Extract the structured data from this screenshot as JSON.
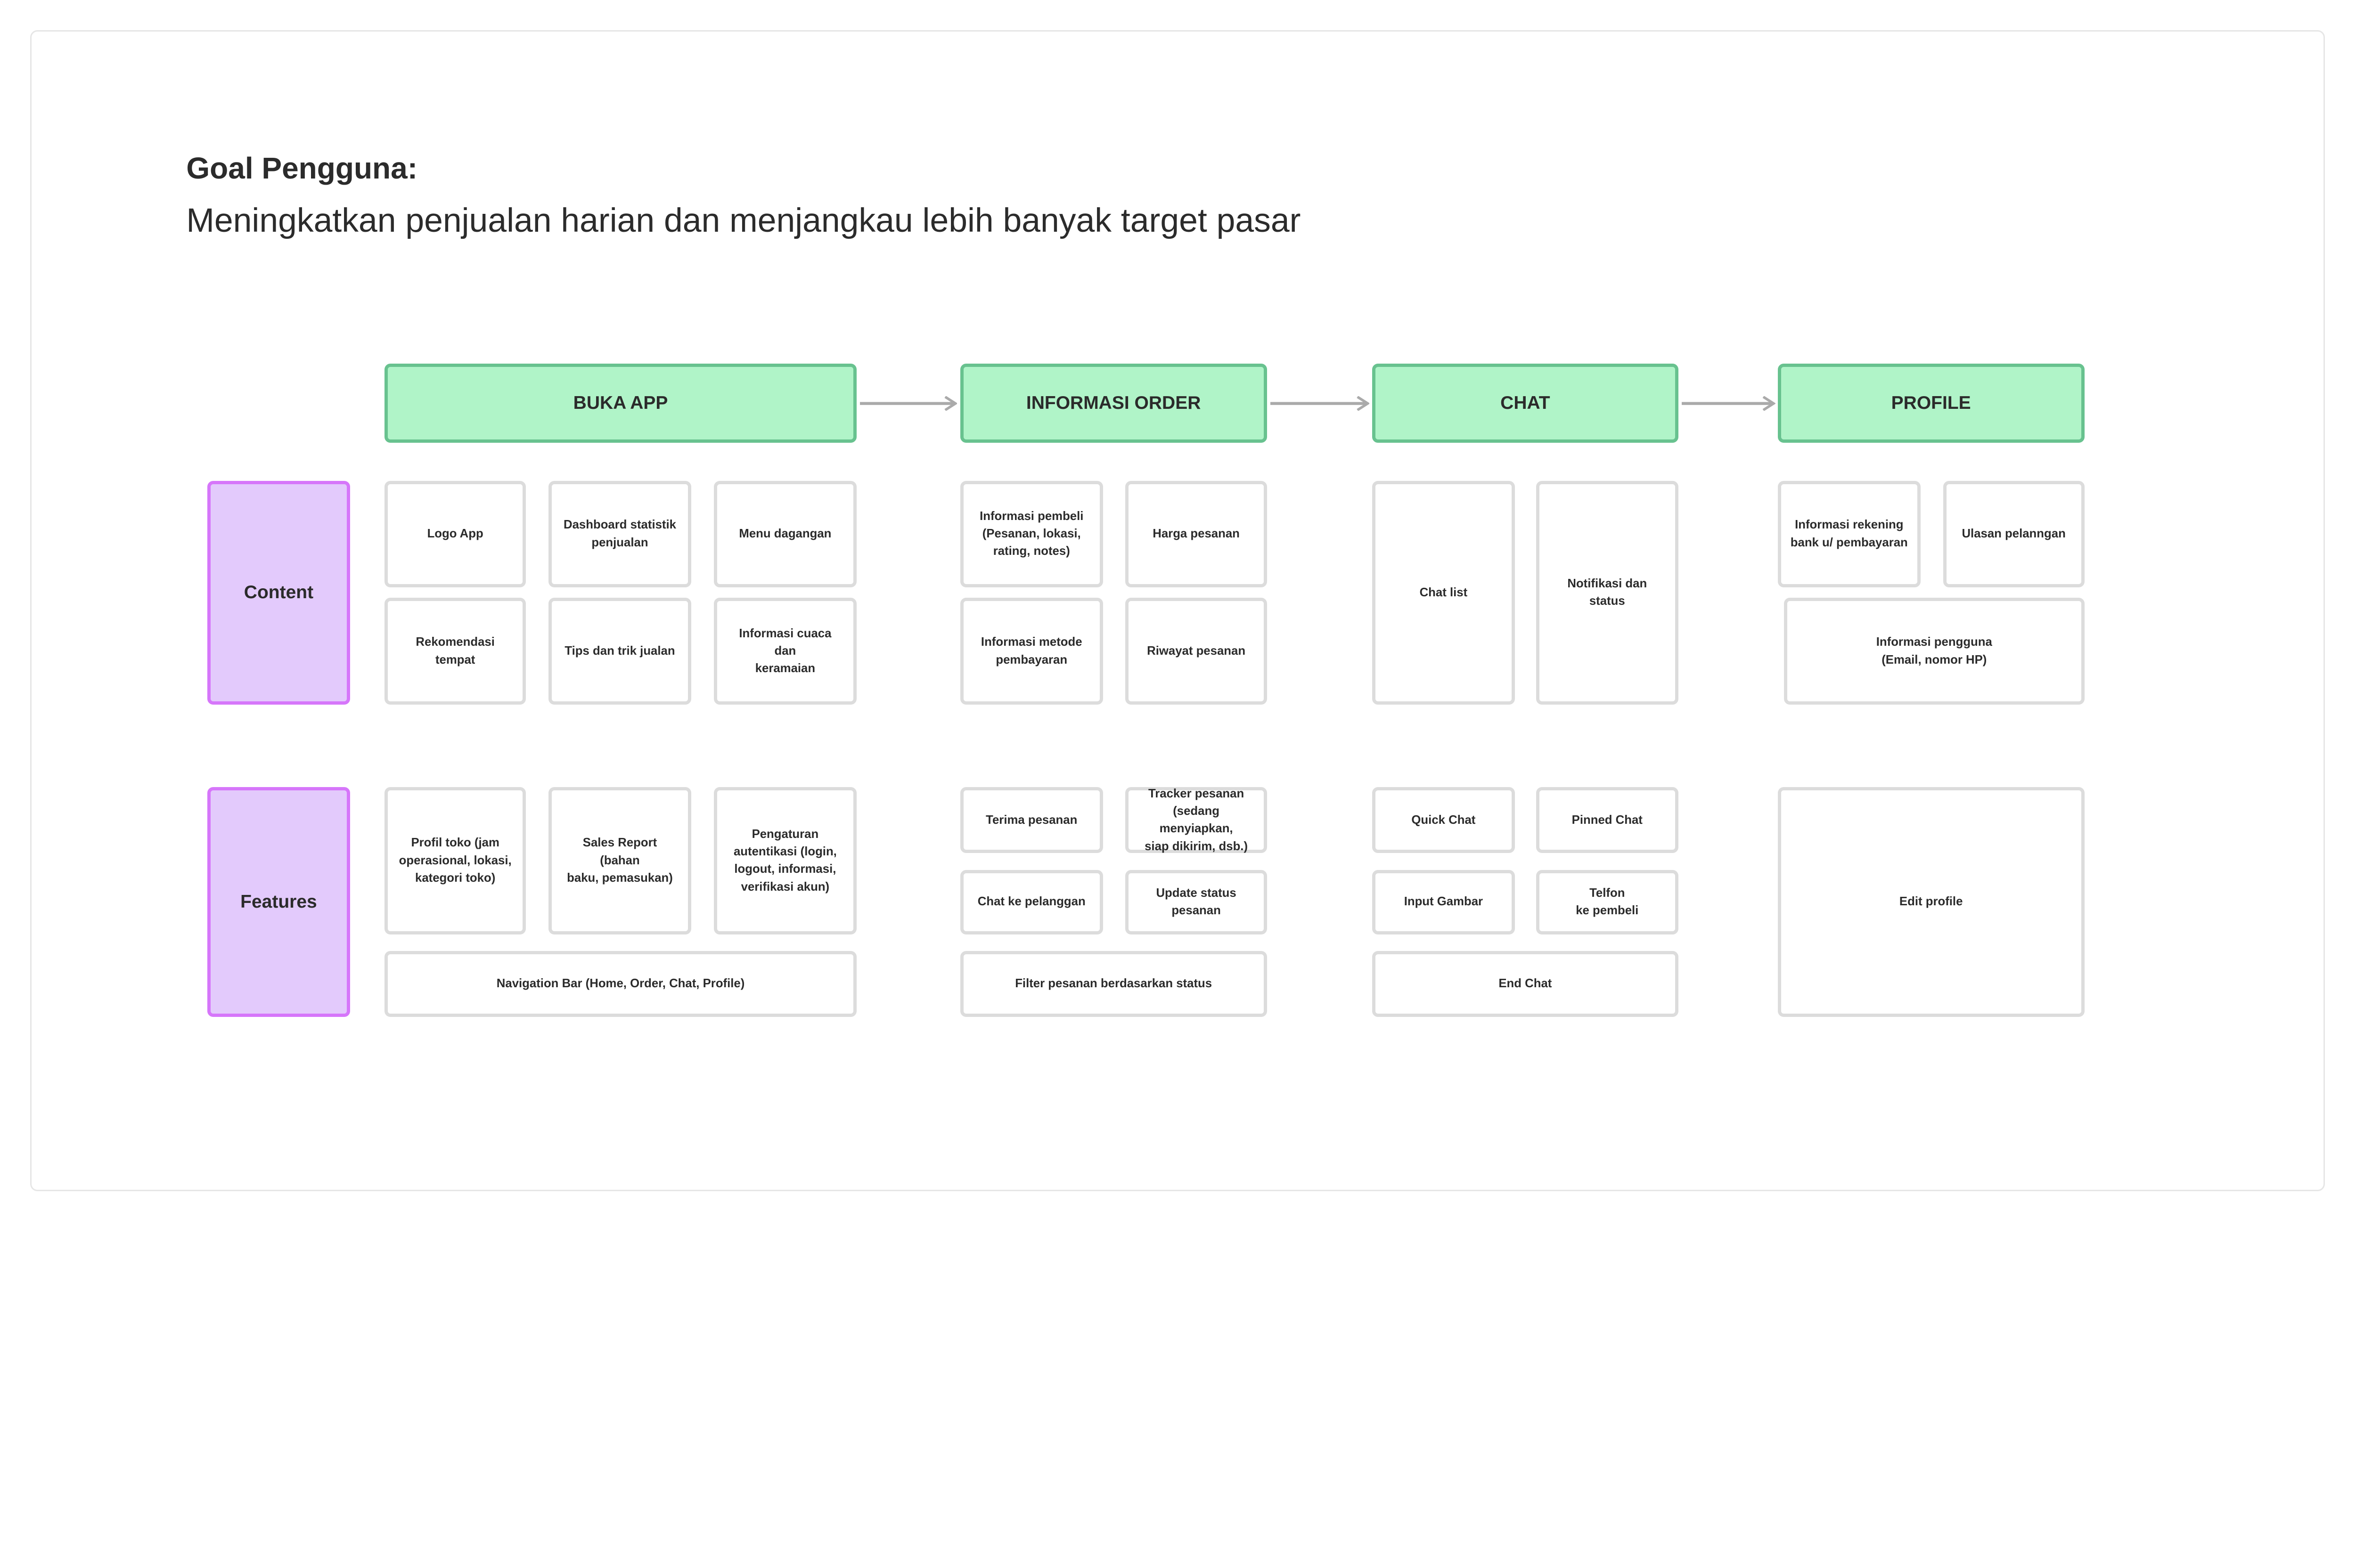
{
  "goal": {
    "label": "Goal Pengguna:",
    "text": "Meningkatkan penjualan harian dan menjangkau lebih banyak target pasar"
  },
  "row_labels": {
    "content": "Content",
    "features": "Features"
  },
  "colors": {
    "stage_fill": "#b0f4c8",
    "stage_border": "#68c28f",
    "row_fill": "#e3cafc",
    "row_border": "#d676fa",
    "cell_border": "#dcdcdc",
    "arrow": "#aaaaaa"
  },
  "stages": [
    {
      "title": "BUKA APP",
      "content": [
        "Logo App",
        "Dashboard statistik\npenjualan",
        "Menu dagangan",
        "Rekomendasi\ntempat",
        "Tips dan trik jualan",
        "Informasi cuaca dan\nkeramaian"
      ],
      "features": [
        "Profil toko (jam\noperasional, lokasi,\nkategori toko)",
        "Sales Report (bahan\nbaku, pemasukan)",
        "Pengaturan\nautentikasi (login,\nlogout, informasi,\nverifikasi akun)",
        "Navigation Bar (Home, Order, Chat, Profile)"
      ]
    },
    {
      "title": "INFORMASI ORDER",
      "content": [
        "Informasi pembeli\n(Pesanan, lokasi,\nrating, notes)",
        "Harga pesanan",
        "Informasi metode\npembayaran",
        "Riwayat pesanan"
      ],
      "features": [
        "Terima pesanan",
        "Tracker pesanan\n(sedang menyiapkan,\nsiap dikirim, dsb.)",
        "Chat ke pelanggan",
        "Update status\npesanan",
        "Filter pesanan berdasarkan status"
      ]
    },
    {
      "title": "CHAT",
      "content": [
        "Chat list",
        "Notifikasi dan status"
      ],
      "features": [
        "Quick Chat",
        "Pinned Chat",
        "Input Gambar",
        "Telfon\nke pembeli",
        "End Chat"
      ]
    },
    {
      "title": "PROFILE",
      "content": [
        "Informasi rekening\nbank u/ pembayaran",
        "Ulasan pelanngan",
        "Informasi pengguna\n(Email, nomor HP)"
      ],
      "features": [
        "Edit profile"
      ]
    }
  ]
}
